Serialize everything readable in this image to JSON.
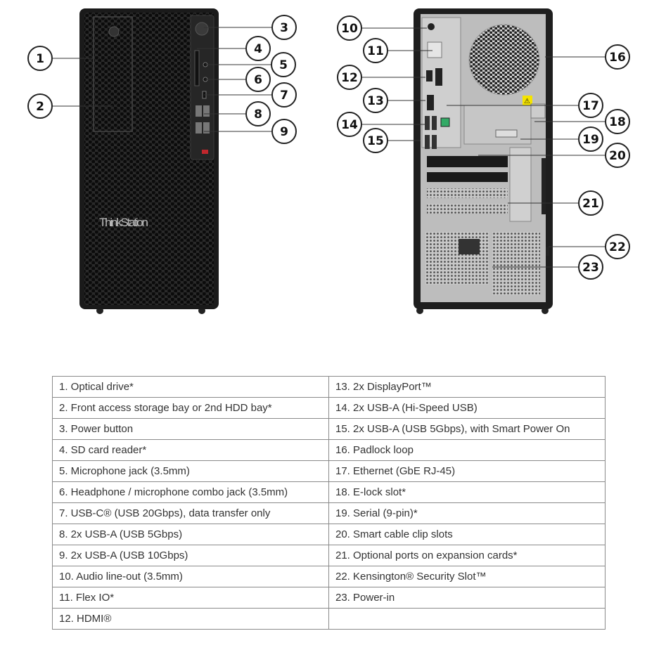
{
  "brand_label": "ThinkStation",
  "callouts": {
    "c1": "1",
    "c2": "2",
    "c3": "3",
    "c4": "4",
    "c5": "5",
    "c6": "6",
    "c7": "7",
    "c8": "8",
    "c9": "9",
    "c10": "10",
    "c11": "11",
    "c12": "12",
    "c13": "13",
    "c14": "14",
    "c15": "15",
    "c16": "16",
    "c17": "17",
    "c18": "18",
    "c19": "19",
    "c20": "20",
    "c21": "21",
    "c22": "22",
    "c23": "23"
  },
  "legend": {
    "left": [
      "1.  Optical drive*",
      "2.  Front access storage bay or 2nd HDD bay*",
      "3.  Power button",
      "4.  SD card reader*",
      "5.  Microphone jack (3.5mm)",
      "6.  Headphone / microphone combo jack (3.5mm)",
      "7.  USB-C® (USB 20Gbps), data transfer only",
      "8.  2x USB-A (USB 5Gbps)",
      "9.  2x USB-A (USB 10Gbps)",
      "10. Audio line-out (3.5mm)",
      "11.  Flex IO*",
      "12. HDMI®"
    ],
    "right": [
      "13. 2x DisplayPort™",
      "14. 2x USB-A (Hi-Speed USB)",
      "15. 2x USB-A (USB 5Gbps), with Smart Power On",
      "16. Padlock loop",
      "17. Ethernet (GbE RJ-45)",
      "18. E-lock slot*",
      "19. Serial (9-pin)*",
      "20. Smart cable clip slots",
      "21. Optional ports on expansion cards*",
      "22. Kensington® Security Slot™",
      "23. Power-in",
      ""
    ]
  }
}
